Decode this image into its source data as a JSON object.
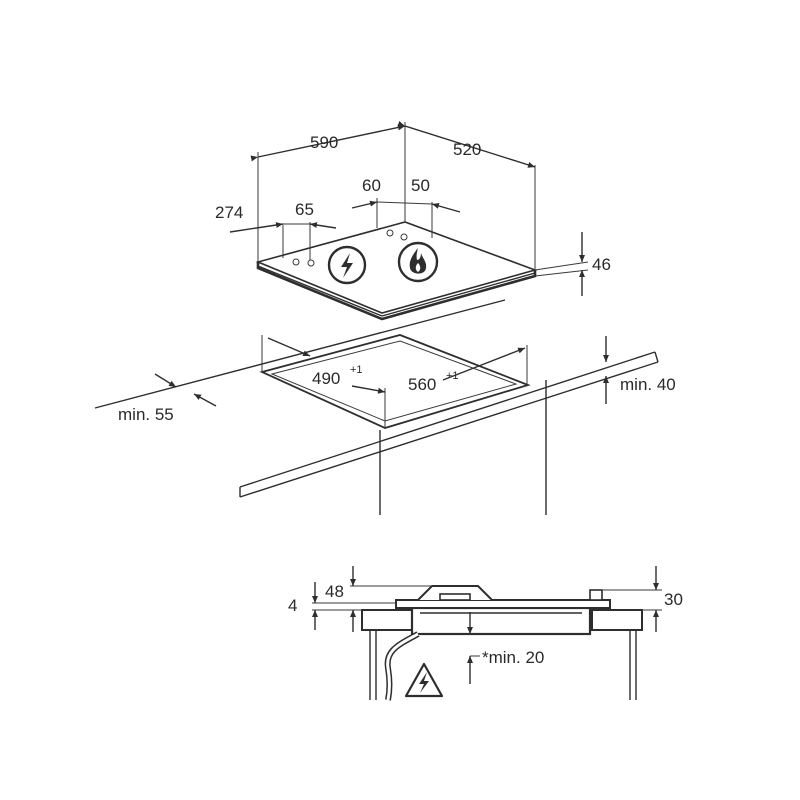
{
  "top_view": {
    "width": "590",
    "depth": "520",
    "offset_left": "274",
    "offset_knob": "65",
    "burner_a": "60",
    "burner_b": "50",
    "height": "46",
    "cutout_depth": "490",
    "cutout_depth_tol": "+1",
    "cutout_width": "560",
    "cutout_width_tol": "+1",
    "min_front": "min. 55",
    "min_side": "min. 40"
  },
  "side_view": {
    "dim_4": "4",
    "dim_48": "48",
    "dim_30": "30",
    "min_below": "*min. 20"
  },
  "icons": [
    "electric-hazard-icon",
    "gas-flame-icon",
    "warning-electric-icon"
  ]
}
